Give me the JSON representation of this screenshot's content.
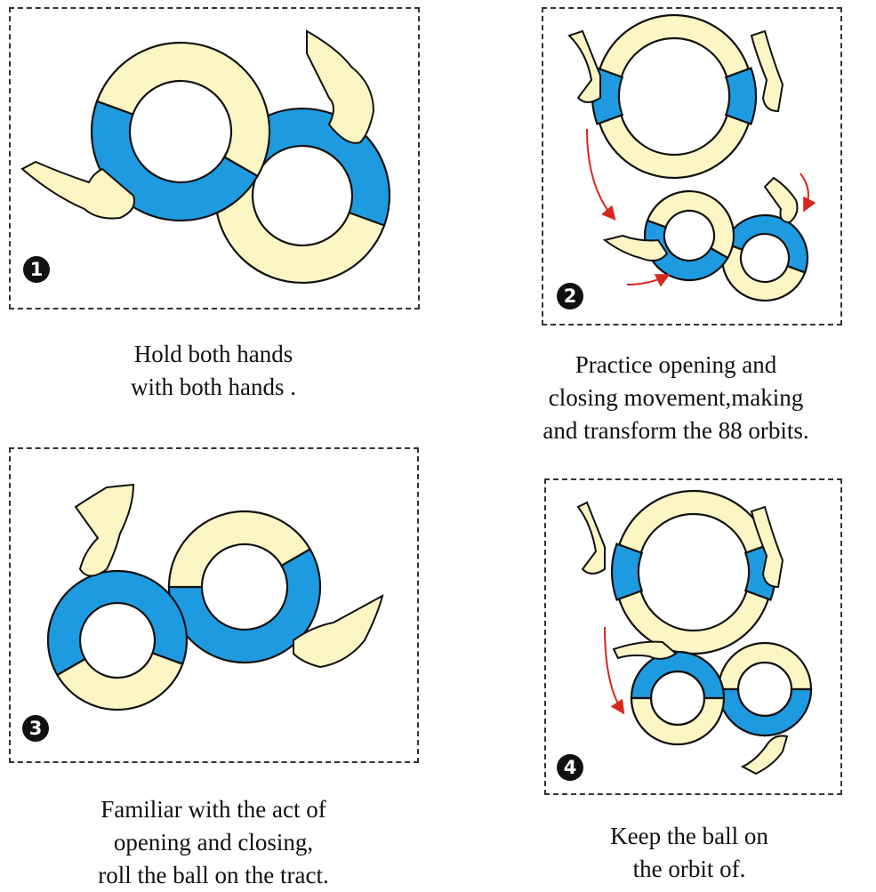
{
  "colors": {
    "blue": "#1e9be0",
    "cream": "#fbf6c4",
    "outline": "#111111",
    "arrow": "#d8261e"
  },
  "steps": [
    {
      "number": "1",
      "caption": [
        "Hold both hands",
        "with both hands ."
      ]
    },
    {
      "number": "2",
      "caption": [
        "Practice opening and",
        "closing movement,making",
        "and transform the 88 orbits."
      ]
    },
    {
      "number": "3",
      "caption": [
        "Familiar with the act of",
        "opening and closing,",
        "roll the ball on the tract."
      ]
    },
    {
      "number": "4",
      "caption": [
        "Keep the ball on",
        "the orbit of."
      ]
    }
  ]
}
